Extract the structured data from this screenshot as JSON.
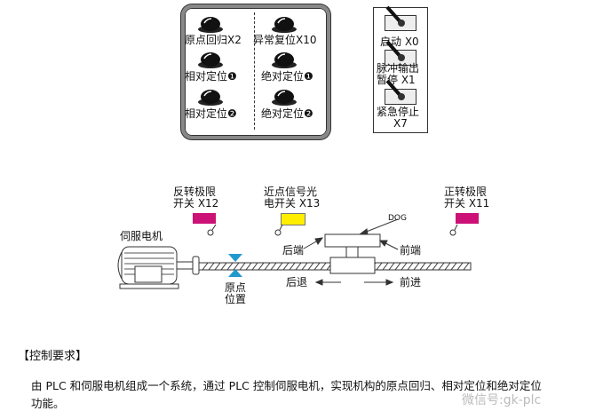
{
  "panel": {
    "buttons": [
      "原点回归X2",
      "异常复位X10",
      "相对定位❶",
      "绝对定位❶",
      "相对定位❷",
      "绝对定位❷"
    ]
  },
  "switches": {
    "items": [
      "启动 X0",
      "脉冲输出\n暂停 X1",
      "紧急停止\nX7"
    ],
    "l1": "启动 X0",
    "l2a": "脉冲输出",
    "l2b": "暂停 X1",
    "l3a": "紧急停止",
    "l3b": "X7"
  },
  "diagram": {
    "rev_limit": [
      "反转极限",
      "开关 X12"
    ],
    "near_point": [
      "近点信号光",
      "电开关 X13"
    ],
    "fwd_limit": [
      "正转极限",
      "开关 X11"
    ],
    "motor": "伺服电机",
    "dog": "DOG",
    "rear_end": "后端",
    "front_end": "前端",
    "origin": [
      "原点",
      "位置"
    ],
    "backward": "后退",
    "forward": "前进",
    "colors": {
      "limit": "#cc1177",
      "near": "#ffee00",
      "origin": "#2299cc"
    }
  },
  "text": {
    "heading": "【控制要求】",
    "line1": "由 PLC 和伺服电机组成一个系统，通过 PLC 控制伺服电机，实现机构的原点回归、相对定位和绝对定位",
    "line2": "功能。",
    "watermark": "微信号:gk-plc"
  }
}
